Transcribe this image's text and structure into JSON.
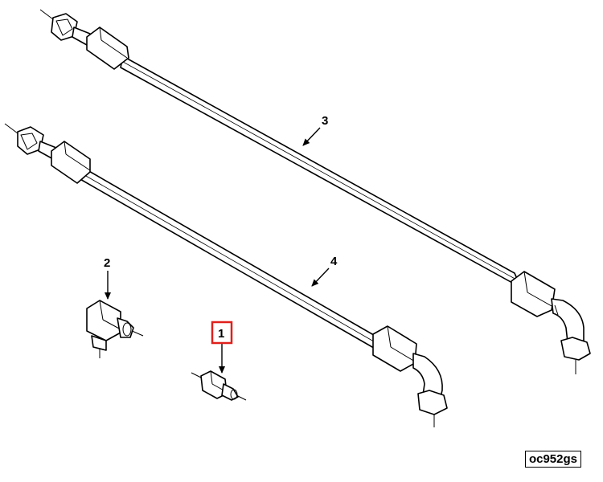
{
  "diagram": {
    "callouts": [
      {
        "id": "1",
        "label": "1",
        "highlighted": true
      },
      {
        "id": "2",
        "label": "2",
        "highlighted": false
      },
      {
        "id": "3",
        "label": "3",
        "highlighted": false
      },
      {
        "id": "4",
        "label": "4",
        "highlighted": false
      }
    ],
    "reference_code": "oc952gs",
    "highlight_color": "#e0201c",
    "line_color": "#000000"
  }
}
